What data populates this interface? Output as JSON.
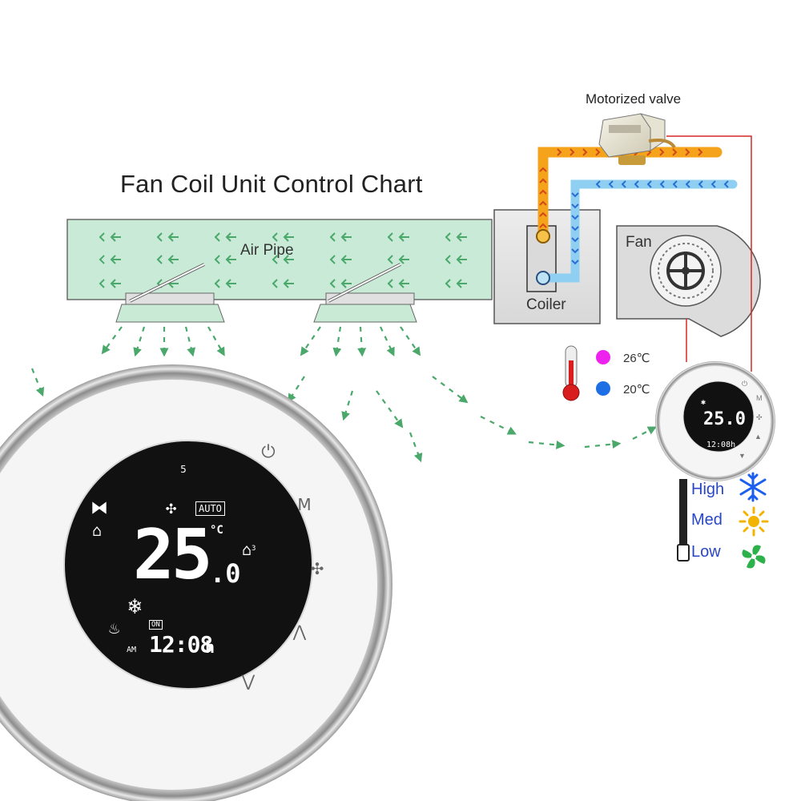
{
  "title": "Fan Coil Unit Control Chart",
  "labels": {
    "air_pipe": "Air Pipe",
    "motorized_valve": "Motorized valve",
    "coiler": "Coiler",
    "fan": "Fan"
  },
  "temperatures": [
    {
      "value": "26℃",
      "color": "#ee22ee"
    },
    {
      "value": "20℃",
      "color": "#1e6fe6"
    }
  ],
  "fan_speeds": [
    {
      "label": "High",
      "icon": "snowflake-icon",
      "icon_color": "#1a5ff0"
    },
    {
      "label": "Med",
      "icon": "sun-icon",
      "icon_color": "#f2b400"
    },
    {
      "label": "Low",
      "icon": "leaf-fan-icon",
      "icon_color": "#2db14a"
    }
  ],
  "thermostat": {
    "badge": "5",
    "mode": "AUTO",
    "temperature": "25",
    "temperature_decimal": ".0",
    "unit": "°C",
    "on_label": "ON",
    "time": "12:08",
    "time_suffix": "h",
    "am_label": "AM",
    "program_number": "3",
    "buttons": [
      "power",
      "M",
      "fan",
      "up",
      "down"
    ],
    "m_label": "M"
  },
  "colors": {
    "hot_pipe": "#f5a31a",
    "cold_pipe": "#8fd0f2",
    "air_arrow": "#4aa86a",
    "air_pipe_fill": "#c8ead7",
    "wire": "#d62828"
  }
}
